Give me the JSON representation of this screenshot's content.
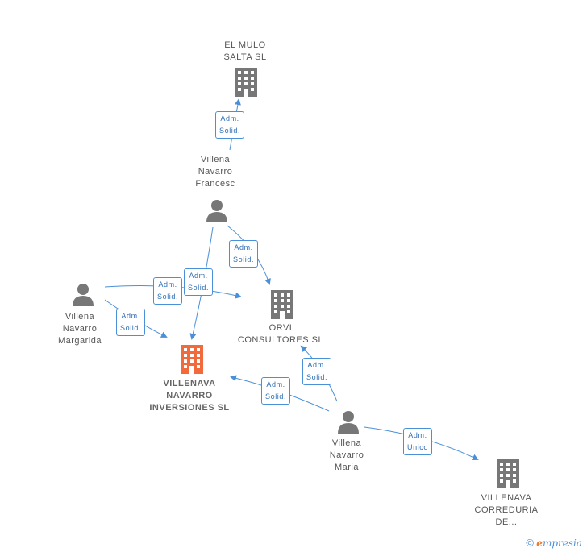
{
  "nodes": {
    "el_mulo": [
      "EL MULO",
      "SALTA SL"
    ],
    "villena_francesc": [
      "Villena",
      "Navarro",
      "Francesc"
    ],
    "orvi": [
      "ORVI",
      "CONSULTORES SL"
    ],
    "villena_margarida": [
      "Villena",
      "Navarro",
      "Margarida"
    ],
    "villenava_inversiones": [
      "VILLENAVA",
      "NAVARRO",
      "INVERSIONES SL"
    ],
    "villena_maria": [
      "Villena",
      "Navarro",
      "Maria"
    ],
    "villenava_correduria": [
      "VILLENAVA",
      "CORREDURIA",
      "DE..."
    ]
  },
  "edges": {
    "e1": [
      "Adm.",
      "Solid."
    ],
    "e2": [
      "Adm.",
      "Solid."
    ],
    "e3": [
      "Adm.",
      "Solid."
    ],
    "e4": [
      "Adm.",
      "Solid."
    ],
    "e5": [
      "Adm.",
      "Solid."
    ],
    "e6": [
      "Adm.",
      "Solid."
    ],
    "e7": [
      "Adm.",
      "Solid."
    ],
    "e8": [
      "Adm.",
      "Unico"
    ]
  },
  "colors": {
    "line": "#4a90d9",
    "icon": "#777777",
    "focus_icon": "#f26a3b"
  },
  "footer": {
    "symbol": "©",
    "brand_initial": "e",
    "brand_rest": "mpresia"
  }
}
